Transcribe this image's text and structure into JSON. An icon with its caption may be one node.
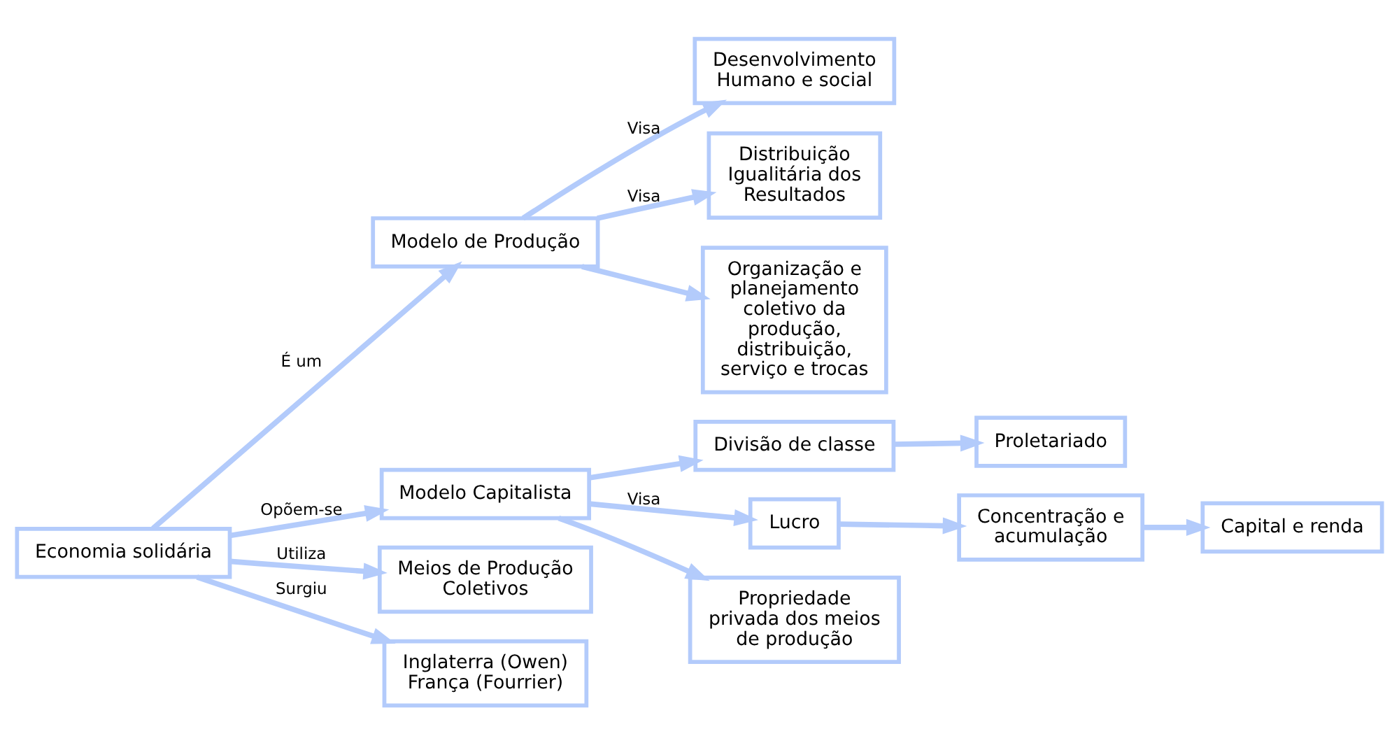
{
  "diagram": {
    "nodes": [
      {
        "text": [
          "Desenvolvimento Humano e social"
        ]
      },
      {
        "text": [
          "Proletariado"
        ]
      },
      {
        "text": [
          "Divisão de classe"
        ]
      },
      {
        "text": [
          "Lucro"
        ]
      },
      {
        "text": [
          "Distribuição Igualitária dos Resultados"
        ]
      },
      {
        "text": [
          "Modelo de Produção"
        ]
      },
      {
        "text": [
          "Modelo Capitalista"
        ]
      },
      {
        "text": [
          "Concentração e acumulação"
        ]
      },
      {
        "text": [
          "Organização e planejamento coletivo da produção, distribuição, serviço e trocas"
        ]
      },
      {
        "text": [
          "Economia solidária"
        ]
      },
      {
        "text": [
          "Propriedade privada dos meios de produção"
        ]
      },
      {
        "text": [
          "Meios de Produção Coletivos"
        ]
      },
      {
        "text": [
          "Capital e renda"
        ]
      },
      {
        "text": [
          "Inglaterra (Owen) França (Fourrier)"
        ]
      }
    ],
    "edges": [
      {
        "from": 9,
        "to": 5,
        "arrow": "to",
        "label": "É um"
      },
      {
        "from": 9,
        "to": 6,
        "arrow": "to",
        "label": "Opõem-se"
      },
      {
        "from": 9,
        "to": 11,
        "arrow": "to",
        "label": "Utiliza"
      },
      {
        "from": 9,
        "to": 13,
        "arrow": "to",
        "label": "Surgiu"
      },
      {
        "from": 5,
        "to": 0,
        "arrow": "to",
        "label": "Visa"
      },
      {
        "from": 5,
        "to": 4,
        "arrow": "to",
        "label": "Visa"
      },
      {
        "from": 5,
        "to": 8,
        "arrow": "to"
      },
      {
        "from": 6,
        "to": 2,
        "arrow": "to"
      },
      {
        "from": 2,
        "to": 1,
        "arrow": "to"
      },
      {
        "from": 6,
        "to": 3,
        "arrow": "to",
        "label": "Visa"
      },
      {
        "from": 6,
        "to": 10,
        "arrow": "to"
      },
      {
        "from": 3,
        "to": 7,
        "arrow": "to"
      },
      {
        "from": 7,
        "to": 12,
        "arrow": "to"
      }
    ]
  }
}
